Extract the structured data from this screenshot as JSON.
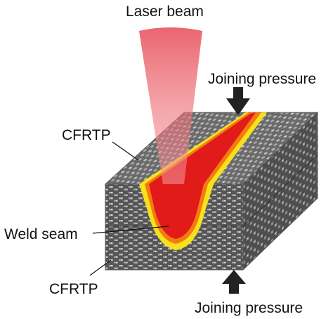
{
  "labels": {
    "laser": "Laser beam",
    "pressure_top": "Joining pressure",
    "cfrtp_top": "CFRTP",
    "weld": "Weld seam",
    "cfrtp_bottom": "CFRTP",
    "pressure_bottom": "Joining pressure"
  },
  "colors": {
    "weld_core": "#e11a1a",
    "weld_mid": "#f47a12",
    "weld_rim": "#f7e21a",
    "laser": "#e8505a",
    "arrow": "#222222",
    "fabric_dark": "#4a4a4a",
    "fabric_light": "#a8a8a8"
  }
}
